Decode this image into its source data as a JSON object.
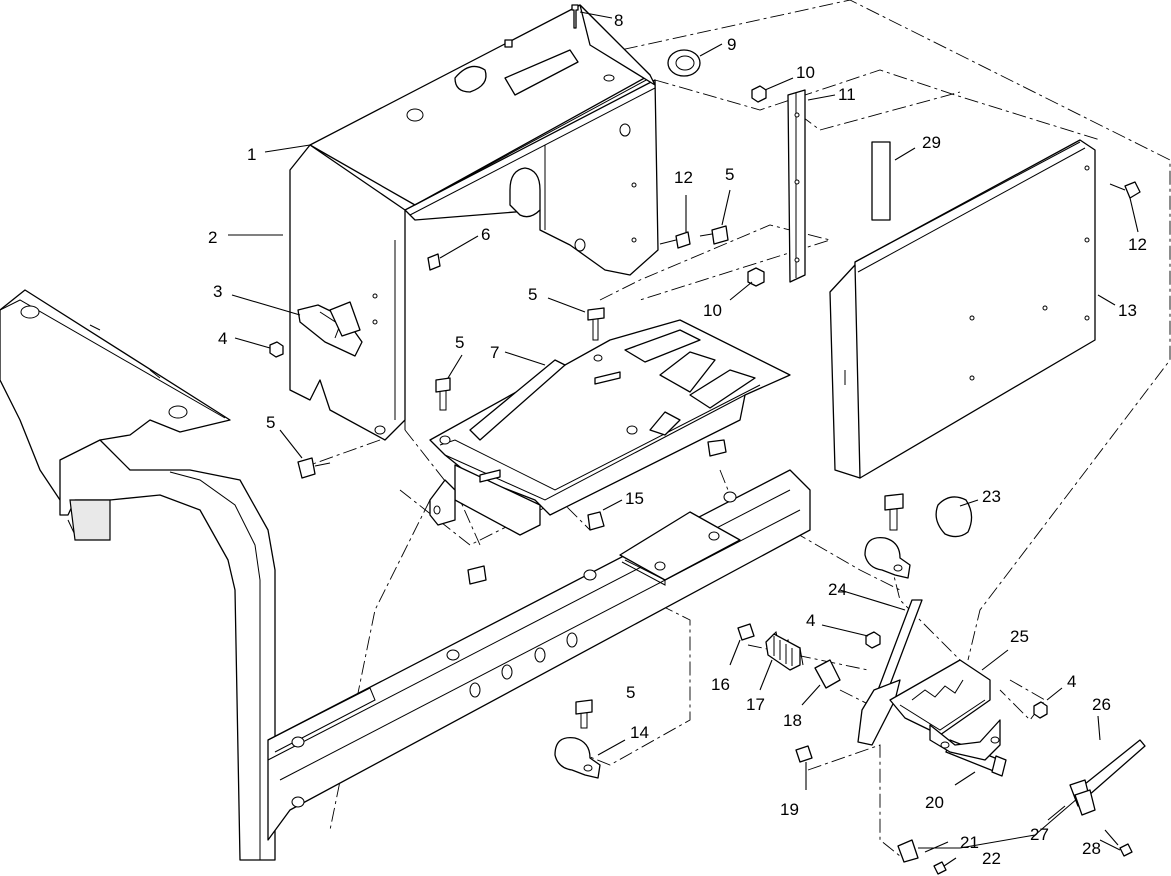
{
  "callouts": [
    {
      "id": "c1",
      "label": "1"
    },
    {
      "id": "c2",
      "label": "2"
    },
    {
      "id": "c3",
      "label": "3"
    },
    {
      "id": "c4a",
      "label": "4"
    },
    {
      "id": "c4b",
      "label": "4"
    },
    {
      "id": "c4c",
      "label": "4"
    },
    {
      "id": "c5a",
      "label": "5"
    },
    {
      "id": "c5b",
      "label": "5"
    },
    {
      "id": "c5c",
      "label": "5"
    },
    {
      "id": "c5d",
      "label": "5"
    },
    {
      "id": "c5e",
      "label": "5"
    },
    {
      "id": "c6",
      "label": "6"
    },
    {
      "id": "c7",
      "label": "7"
    },
    {
      "id": "c8",
      "label": "8"
    },
    {
      "id": "c9",
      "label": "9"
    },
    {
      "id": "c10a",
      "label": "10"
    },
    {
      "id": "c10b",
      "label": "10"
    },
    {
      "id": "c11",
      "label": "11"
    },
    {
      "id": "c12a",
      "label": "12"
    },
    {
      "id": "c12b",
      "label": "12"
    },
    {
      "id": "c13",
      "label": "13"
    },
    {
      "id": "c14",
      "label": "14"
    },
    {
      "id": "c15",
      "label": "15"
    },
    {
      "id": "c16",
      "label": "16"
    },
    {
      "id": "c17",
      "label": "17"
    },
    {
      "id": "c18",
      "label": "18"
    },
    {
      "id": "c19",
      "label": "19"
    },
    {
      "id": "c20",
      "label": "20"
    },
    {
      "id": "c21",
      "label": "21"
    },
    {
      "id": "c22",
      "label": "22"
    },
    {
      "id": "c23",
      "label": "23"
    },
    {
      "id": "c24",
      "label": "24"
    },
    {
      "id": "c25",
      "label": "25"
    },
    {
      "id": "c26",
      "label": "26"
    },
    {
      "id": "c27",
      "label": "27"
    },
    {
      "id": "c28",
      "label": "28"
    },
    {
      "id": "c29",
      "label": "29"
    }
  ]
}
